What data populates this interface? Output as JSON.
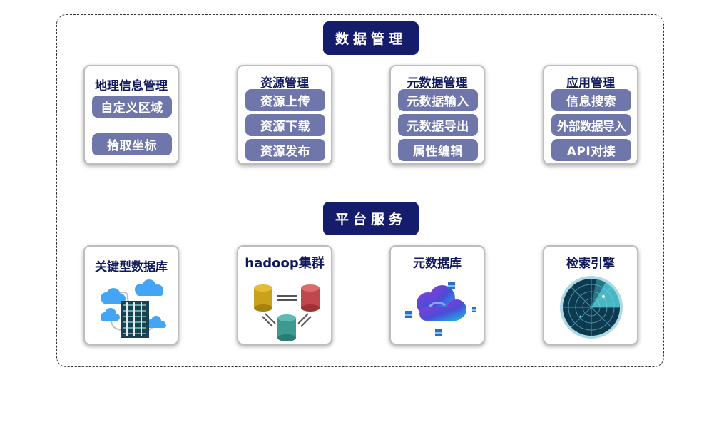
{
  "data_management": {
    "header": "数据管理",
    "cards": [
      {
        "title": "地理信息管理",
        "buttons": [
          "自定义区域",
          "拾取坐标"
        ]
      },
      {
        "title": "资源管理",
        "buttons": [
          "资源上传",
          "资源下载",
          "资源发布"
        ]
      },
      {
        "title": "元数据管理",
        "buttons": [
          "元数据输入",
          "元数据导出",
          "属性编辑"
        ]
      },
      {
        "title": "应用管理",
        "buttons": [
          "信息搜索",
          "外部数据导入",
          "API对接"
        ]
      }
    ]
  },
  "platform_services": {
    "header": "平台服务",
    "cards": [
      {
        "title": "关键型数据库",
        "icon": "cloud-server-icon"
      },
      {
        "title": "hadoop集群",
        "icon": "database-cluster-icon"
      },
      {
        "title": "元数据库",
        "icon": "cloud-data-icon"
      },
      {
        "title": "检索引擎",
        "icon": "radar-icon"
      }
    ]
  },
  "colors": {
    "header_bg": "#141c6b",
    "button_bg": "#6f77aa",
    "title_text": "#121a5e"
  }
}
